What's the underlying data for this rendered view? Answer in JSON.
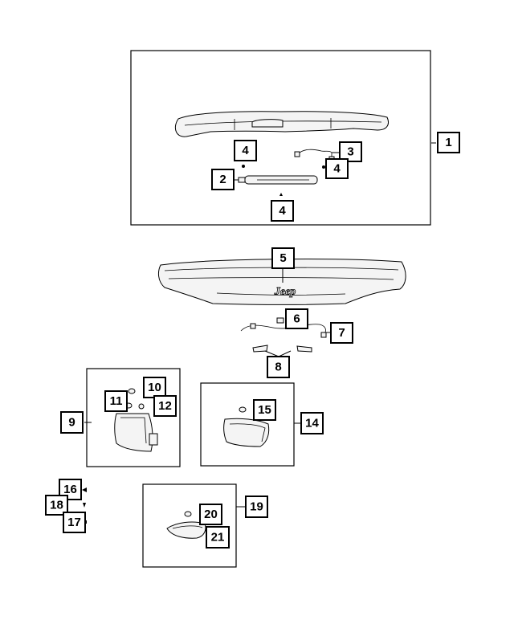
{
  "diagram": {
    "callouts": [
      "1",
      "2",
      "3",
      "4",
      "5",
      "6",
      "7",
      "8",
      "9",
      "10",
      "11",
      "12",
      "14",
      "15",
      "16",
      "17",
      "18",
      "19",
      "20",
      "21"
    ],
    "badge_text": "Jeep"
  }
}
